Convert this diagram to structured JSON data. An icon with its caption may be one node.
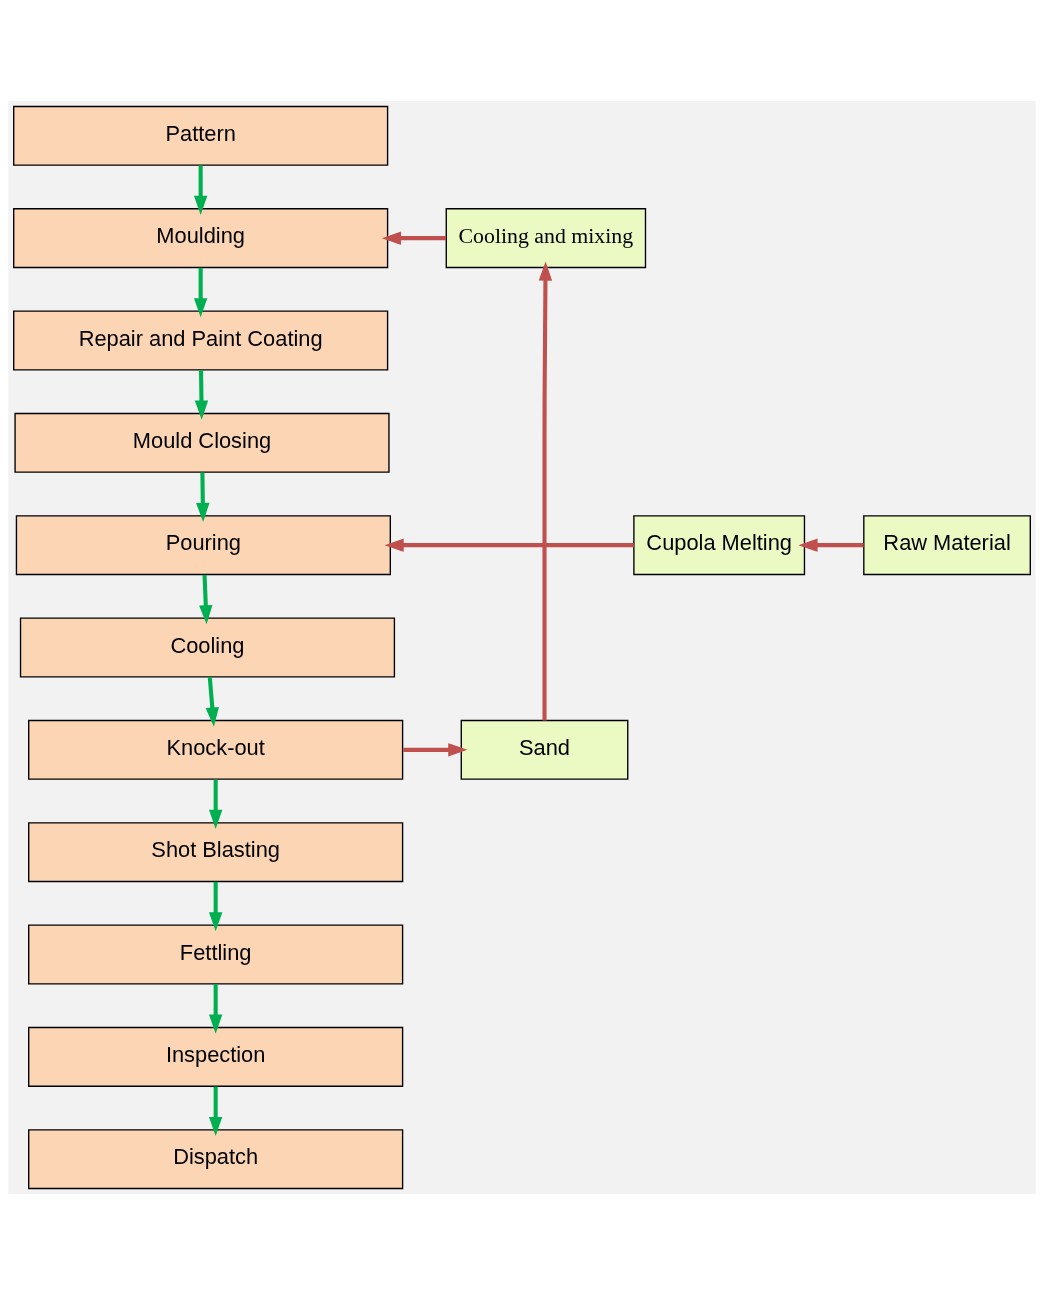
{
  "diagram": {
    "nodes": [
      {
        "text": [
          "Pattern"
        ]
      },
      {
        "text": [
          "Moulding"
        ]
      },
      {
        "text": [
          "Repair and Paint Coating"
        ]
      },
      {
        "text": [
          "Mould Closing"
        ]
      },
      {
        "text": [
          "Pouring"
        ]
      },
      {
        "text": [
          "Cooling"
        ]
      },
      {
        "text": [
          "Knock-out"
        ]
      },
      {
        "text": [
          "Shot Blasting"
        ]
      },
      {
        "text": [
          "Fettling"
        ]
      },
      {
        "text": [
          "Inspection"
        ]
      },
      {
        "text": [
          "Dispatch"
        ]
      },
      {
        "text": [
          "Cooling and mixing"
        ]
      },
      {
        "text": [
          "Cupola Melting"
        ]
      },
      {
        "text": [
          "Raw Material"
        ]
      },
      {
        "text": [
          "Sand"
        ]
      }
    ],
    "edges": [
      {
        "from": 0,
        "to": 1,
        "arrow": "to"
      },
      {
        "from": 11,
        "to": 1,
        "arrow": "to",
        "color": "#c0504d"
      },
      {
        "from": 1,
        "to": 2,
        "arrow": "to"
      },
      {
        "from": 2,
        "to": 3,
        "arrow": "to"
      },
      {
        "from": 3,
        "to": 4,
        "arrow": "to"
      },
      {
        "from": 12,
        "to": 4,
        "arrow": "to",
        "color": "#c0504d"
      },
      {
        "from": 13,
        "to": 12,
        "arrow": "to",
        "color": "#c0504d"
      },
      {
        "from": 4,
        "to": 5,
        "arrow": "to"
      },
      {
        "from": 5,
        "to": 6,
        "arrow": "to"
      },
      {
        "from": 6,
        "to": 14,
        "arrow": "to",
        "color": "#c0504d"
      },
      {
        "from": 14,
        "to": 11,
        "arrow": "to",
        "color": "#c0504d"
      },
      {
        "from": 6,
        "to": 7,
        "arrow": "to"
      },
      {
        "from": 7,
        "to": 8,
        "arrow": "to"
      },
      {
        "from": 8,
        "to": 9,
        "arrow": "to"
      },
      {
        "from": 9,
        "to": 10,
        "arrow": "to"
      }
    ]
  }
}
